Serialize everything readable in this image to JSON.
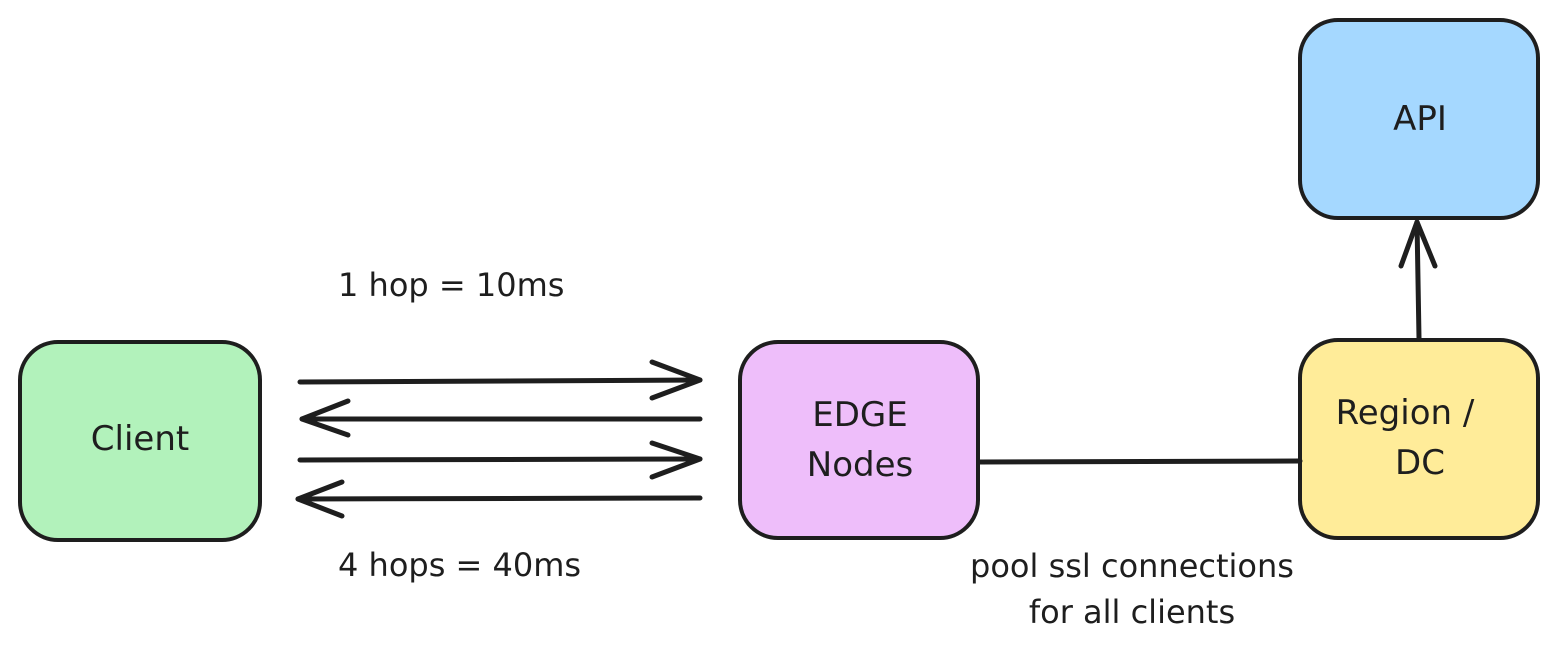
{
  "diagram": {
    "nodes": [
      {
        "id": "client",
        "lines": [
          "Client"
        ],
        "fill": "#b2f2bb"
      },
      {
        "id": "edge",
        "lines": [
          "EDGE",
          "Nodes"
        ],
        "fill": "#eebefa"
      },
      {
        "id": "region",
        "lines": [
          "Region /",
          "DC"
        ],
        "fill": "#ffec99"
      },
      {
        "id": "api",
        "lines": [
          "API"
        ],
        "fill": "#a5d8ff"
      }
    ],
    "edges": [
      {
        "from": "client",
        "to": "edge",
        "direction": "forward"
      },
      {
        "from": "edge",
        "to": "client",
        "direction": "forward"
      },
      {
        "from": "client",
        "to": "edge",
        "direction": "forward"
      },
      {
        "from": "edge",
        "to": "client",
        "direction": "forward"
      },
      {
        "from": "edge",
        "to": "region",
        "direction": "none"
      },
      {
        "from": "region",
        "to": "api",
        "direction": "forward"
      }
    ],
    "annotations": {
      "one_hop": "1 hop = 10ms",
      "four_hops": "4 hops = 40ms",
      "pool_line1": "pool ssl connections",
      "pool_line2": "for all clients"
    },
    "stroke_color": "#1e1e1e"
  }
}
